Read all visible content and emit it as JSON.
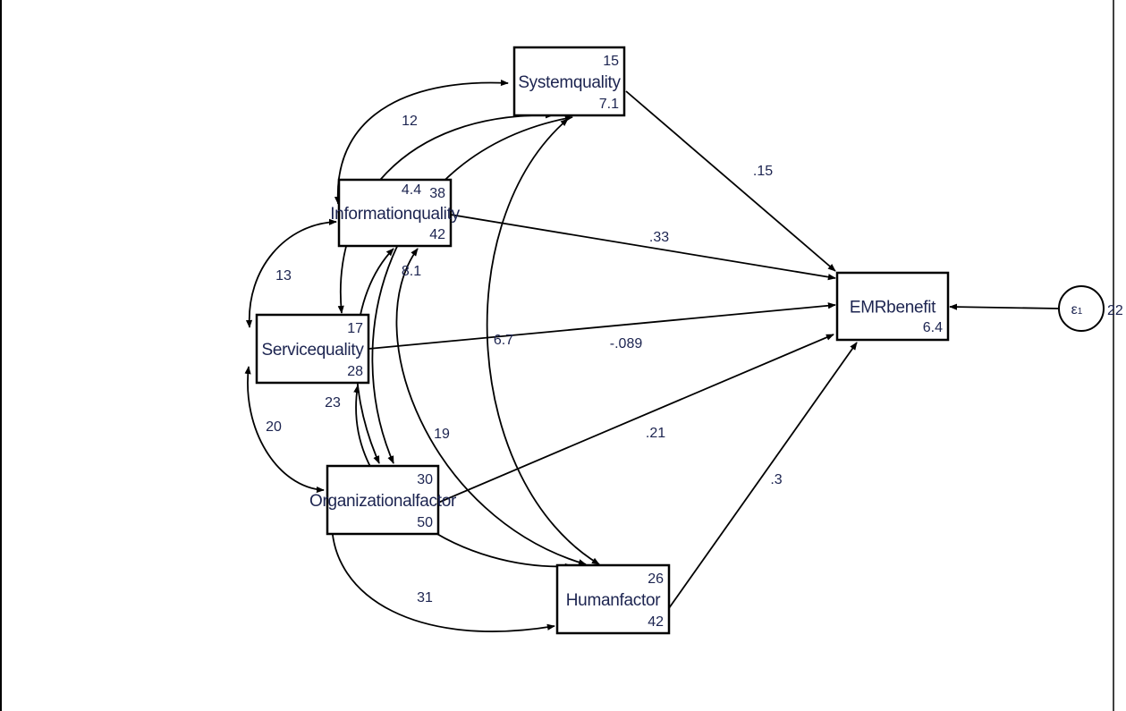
{
  "title": "Path diagram",
  "nodes": [
    {
      "id": "sys",
      "name": "Systemquality",
      "intercept": "15",
      "variance": "7.1"
    },
    {
      "id": "info",
      "name": "Informationquality",
      "intercept": "38",
      "variance": "42"
    },
    {
      "id": "serv",
      "name": "Servicequality",
      "intercept": "17",
      "variance": "28"
    },
    {
      "id": "org",
      "name": "Organizationalfactor",
      "intercept": "30",
      "variance": "50"
    },
    {
      "id": "hum",
      "name": "Humanfactor",
      "intercept": "26",
      "variance": "42"
    },
    {
      "id": "emr",
      "name": "EMRbenefit",
      "intercept": "6.4",
      "variance": ""
    }
  ],
  "error": {
    "id": "e1",
    "symbol": "ε",
    "subscript": "1",
    "variance": "22"
  },
  "paths": [
    {
      "from": "sys",
      "to": "emr",
      "coef": ".15"
    },
    {
      "from": "info",
      "to": "emr",
      "coef": ".33"
    },
    {
      "from": "serv",
      "to": "emr",
      "coef": "-.089"
    },
    {
      "from": "org",
      "to": "emr",
      "coef": ".21"
    },
    {
      "from": "hum",
      "to": "emr",
      "coef": ".3"
    },
    {
      "from": "e1",
      "to": "emr",
      "coef": ""
    }
  ],
  "covariances": [
    {
      "a": "sys",
      "b": "info",
      "value": "12"
    },
    {
      "a": "sys",
      "b": "serv",
      "value": "4.4"
    },
    {
      "a": "sys",
      "b": "org",
      "value": "8.1"
    },
    {
      "a": "sys",
      "b": "hum",
      "value": "6.7"
    },
    {
      "a": "info",
      "b": "serv",
      "value": "13"
    },
    {
      "a": "info",
      "b": "org",
      "value": ""
    },
    {
      "a": "info",
      "b": "hum",
      "value": "19"
    },
    {
      "a": "serv",
      "b": "org",
      "value": "20"
    },
    {
      "a": "serv",
      "b": "hum",
      "value": "23"
    },
    {
      "a": "org",
      "b": "hum",
      "value": "31"
    }
  ]
}
